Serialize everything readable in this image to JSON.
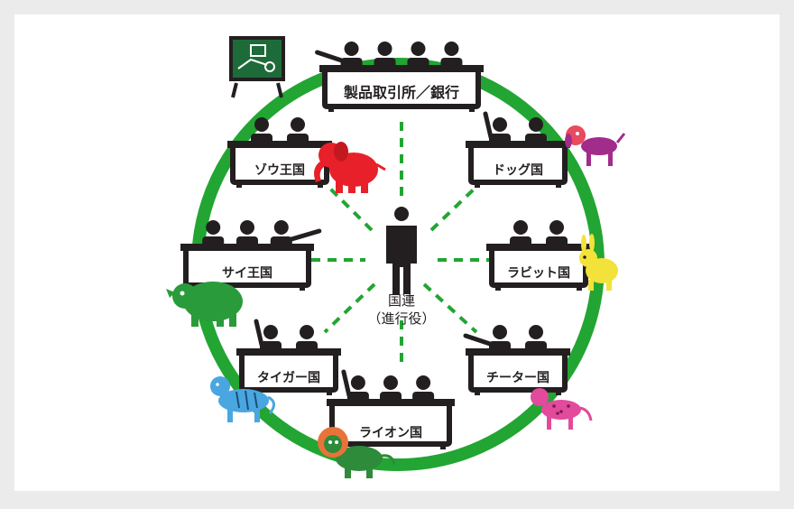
{
  "center": {
    "line1": "国連",
    "line2": "（進行役）"
  },
  "groups": [
    {
      "id": "exchange",
      "label": "製品取引所／銀行"
    },
    {
      "id": "dog",
      "label": "ドッグ国"
    },
    {
      "id": "rabbit",
      "label": "ラビット国"
    },
    {
      "id": "cheetah",
      "label": "チーター国"
    },
    {
      "id": "lion",
      "label": "ライオン国"
    },
    {
      "id": "tiger",
      "label": "タイガー国"
    },
    {
      "id": "rhino",
      "label": "サイ王国"
    },
    {
      "id": "elephant",
      "label": "ゾウ王国"
    }
  ],
  "colors": {
    "background": "#ebebeb",
    "panel": "#ffffff",
    "ring": "#22a533",
    "spoke": "#22a533",
    "figure": "#231f20",
    "elephant": "#e8202a",
    "rhino": "#2a9b3a",
    "tiger": "#4aa6e0",
    "lion": "#e8733a",
    "cheetah": "#e24a9b",
    "rabbit": "#f2e23a",
    "dog": "#a12c8c",
    "board": "#1e6b3a"
  },
  "icons": [
    "whiteboard-icon",
    "elephant-icon",
    "rhino-icon",
    "tiger-icon",
    "lion-icon",
    "cheetah-icon",
    "rabbit-icon",
    "dog-icon"
  ]
}
